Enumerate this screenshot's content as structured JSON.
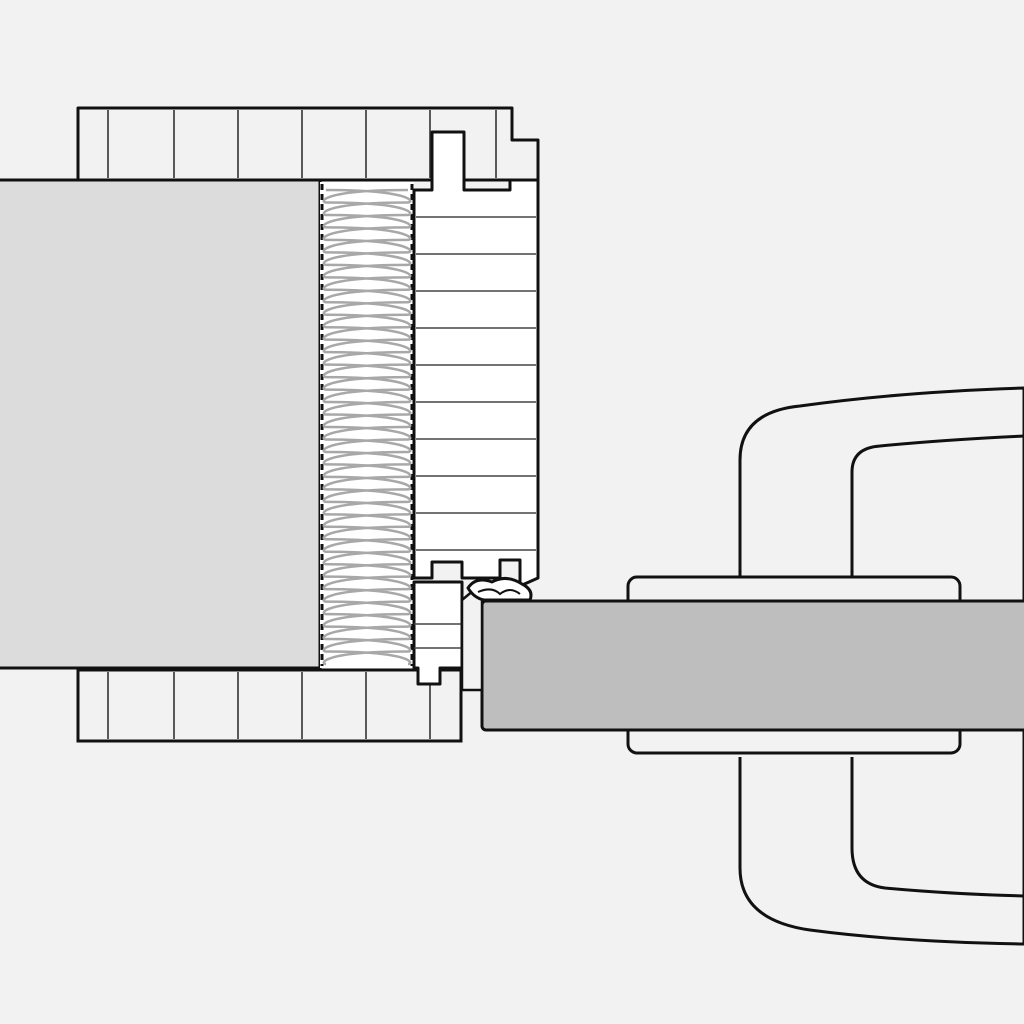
{
  "diagram": {
    "type": "technical-section-drawing",
    "subject": "door-frame-section-with-handle",
    "colors": {
      "background": "#f2f2f2",
      "line": "#111111",
      "wall": "#dcdcdc",
      "door-leaf": "#bebebe",
      "insulation-line": "#a8a8a8",
      "frame-fill": "#ffffff"
    },
    "elements": [
      "wall-section",
      "top-cladding",
      "bottom-cladding",
      "insulation-layer",
      "frame-profile",
      "rebate-seal",
      "door-leaf",
      "handle-rose",
      "door-handle"
    ],
    "insulation_loops": 19,
    "top_cladding_slats": 6,
    "frame_slats": 10
  }
}
